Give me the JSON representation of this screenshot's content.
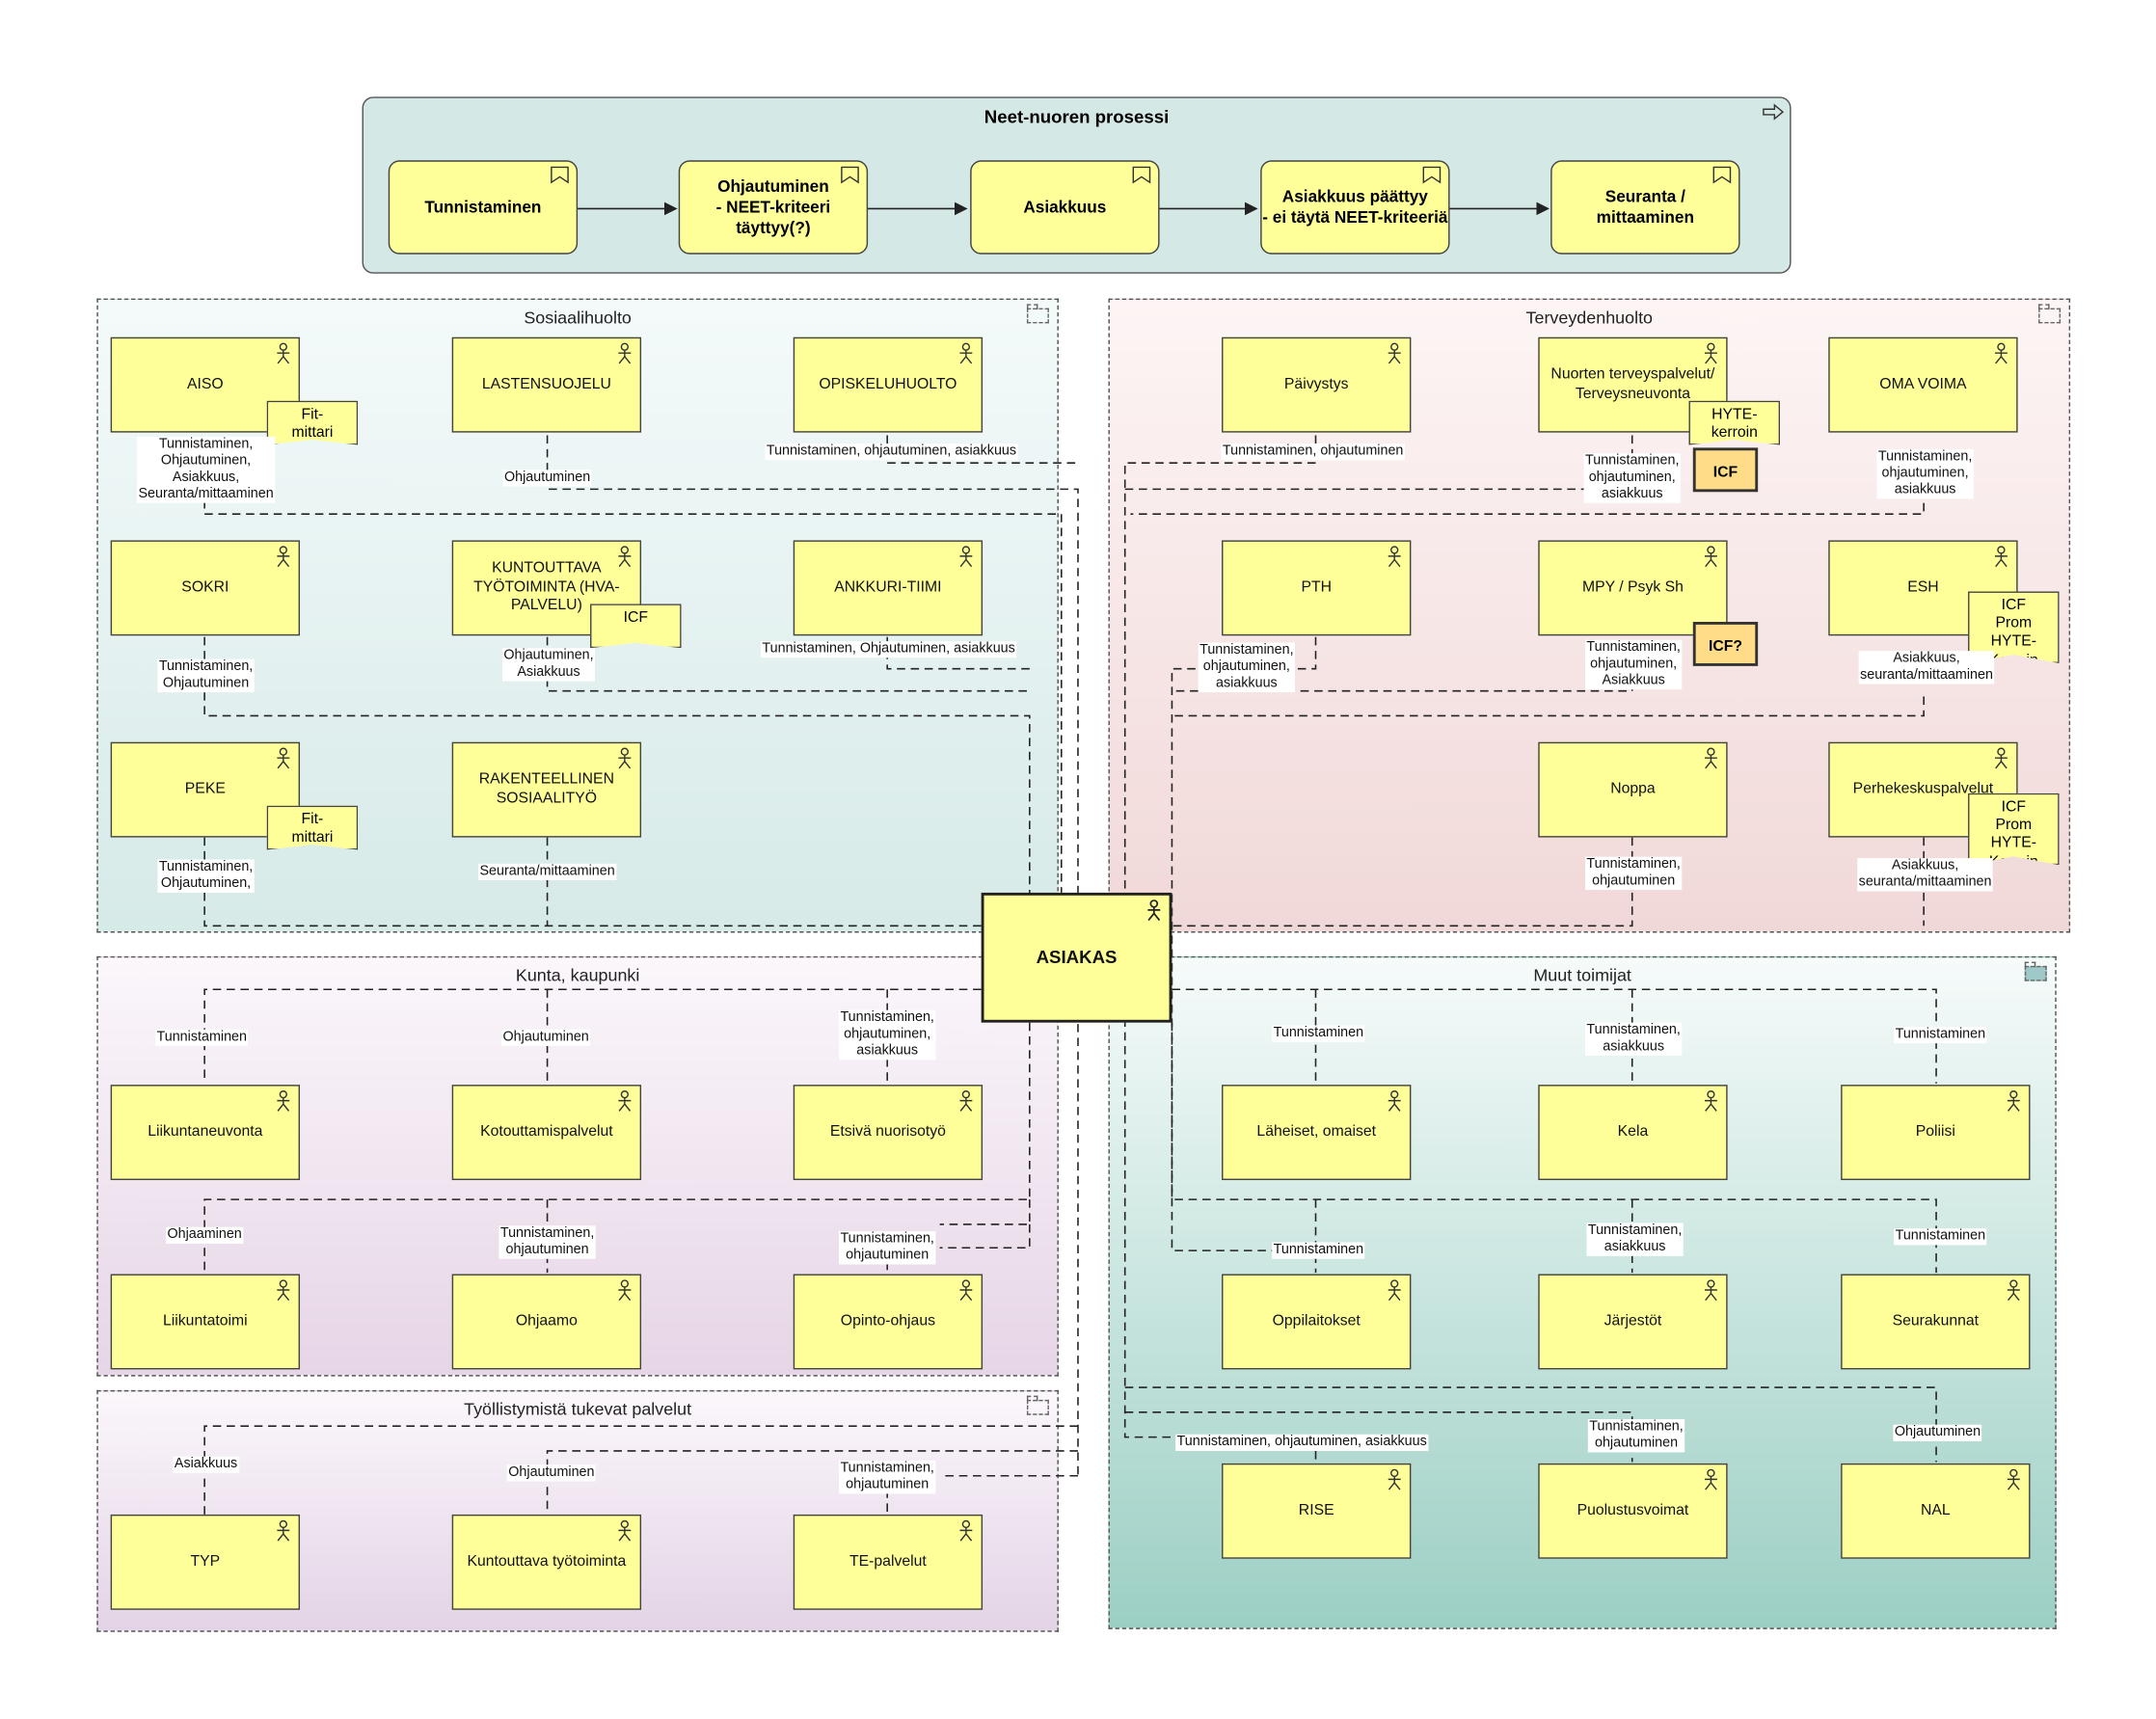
{
  "process": {
    "title": "Neet-nuoren prosessi",
    "steps": [
      "Tunnistaminen",
      "Ohjautuminen\n- NEET-kriteeri täyttyy(?)",
      "Asiakkuus",
      "Asiakkuus päättyy\n- ei täytä NEET-kriteeriä",
      "Seuranta /\nmittaaminen"
    ]
  },
  "center": {
    "label": "ASIAKAS"
  },
  "groups": {
    "sosiaalihuolto": "Sosiaalihuolto",
    "terveydenhuolto": "Terveydenhuolto",
    "kunta": "Kunta, kaupunki",
    "muut": "Muut toimijat",
    "tyollistyminen": "Työllistymistä tukevat palvelut"
  },
  "actors": {
    "aiso": "AISO",
    "lastensuojelu": "LASTENSUOJELU",
    "opiskeluhuolto": "OPISKELUHUOLTO",
    "sokri": "SOKRI",
    "kuntouttava_hva": "KUNTOUTTAVA TYÖTOIMINTA (HVA-PALVELU)",
    "ankkuri": "ANKKURI-TIIMI",
    "peke": "PEKE",
    "rakenteellinen": "RAKENTEELLINEN SOSIAALITYÖ",
    "paivystys": "Päivystys",
    "nuorten": "Nuorten terveyspalvelut/ Terveysneuvonta",
    "oma_voima": "OMA VOIMA",
    "pth": "PTH",
    "mpy": "MPY / Psyk Sh",
    "esh": "ESH",
    "noppa": "Noppa",
    "perhekeskus": "Perhekeskuspalvelut",
    "liikuntaneuvonta": "Liikuntaneuvonta",
    "kotouttamis": "Kotouttamispalvelut",
    "etsiva": "Etsivä nuorisotyö",
    "liikuntatoimi": "Liikuntatoimi",
    "ohjaamo": "Ohjaamo",
    "opinto": "Opinto-ohjaus",
    "laheiset": "Läheiset, omaiset",
    "kela": "Kela",
    "poliisi": "Poliisi",
    "oppilaitokset": "Oppilaitokset",
    "jarjestot": "Järjestöt",
    "seurakunnat": "Seurakunnat",
    "rise": "RISE",
    "puolustus": "Puolustusvoimat",
    "nal": "NAL",
    "typ": "TYP",
    "kuntouttava_tt": "Kuntouttava työtoiminta",
    "te": "TE-palvelut"
  },
  "notes": {
    "fit_mittari": "Fit-\nmittari",
    "icf": "ICF",
    "hyte_kerroin": "HYTE-\nkerroin",
    "icf_prom_hyte": "ICF\nProm\nHYTE-\nKerroin",
    "icf_badge": "ICF",
    "icf_q_badge": "ICF?"
  },
  "labels": {
    "aiso": "Tunnistaminen,\nOhjautuminen,\nAsiakkuus,\nSeuranta/mittaaminen",
    "lastensuojelu": "Ohjautuminen",
    "opiskeluhuolto": "Tunnistaminen, ohjautuminen, asiakkuus",
    "sokri": "Tunnistaminen,\nOhjautuminen",
    "kuntouttava_hva": "Ohjautuminen,\nAsiakkuus",
    "ankkuri": "Tunnistaminen, Ohjautuminen, asiakkuus",
    "peke": "Tunnistaminen,\nOhjautuminen,",
    "rakenteellinen": "Seuranta/mittaaminen",
    "paivystys": "Tunnistaminen, ohjautuminen",
    "nuorten": "Tunnistaminen,\nohjautuminen,\nasiakkuus",
    "oma_voima": "Tunnistaminen,\nohjautuminen,\nasiakkuus",
    "pth": "Tunnistaminen,\nohjautuminen,\nasiakkuus",
    "mpy": "Tunnistaminen,\nohjautuminen,\nAsiakkuus",
    "esh": "Asiakkuus,\nseuranta/mittaaminen",
    "noppa": "Tunnistaminen,\nohjautuminen",
    "perhekeskus": "Asiakkuus,\nseuranta/mittaaminen",
    "liikuntaneuvonta": "Tunnistaminen",
    "kotouttamis": "Ohjautuminen",
    "etsiva": "Tunnistaminen,\nohjautuminen,\nasiakkuus",
    "liikuntatoimi": "Ohjaaminen",
    "ohjaamo": "Tunnistaminen,\nohjautuminen",
    "opinto": "Tunnistaminen,\nohjautuminen",
    "laheiset": "Tunnistaminen",
    "kela": "Tunnistaminen,\nasiakkuus",
    "poliisi": "Tunnistaminen",
    "oppilaitokset": "Tunnistaminen",
    "jarjestot": "Tunnistaminen,\nasiakkuus",
    "seurakunnat": "Tunnistaminen",
    "rise": "Tunnistaminen, ohjautuminen, asiakkuus",
    "puolustus": "Tunnistaminen,\nohjautuminen",
    "nal": "Ohjautuminen",
    "typ": "Asiakkuus",
    "kuntouttava_tt": "Ohjautuminen",
    "te": "Tunnistaminen,\nohjautuminen"
  },
  "colors": {
    "actor_fill": "#ffff99",
    "process_fill": "#d4e8e6",
    "badge_fill": "#ffdd88"
  }
}
